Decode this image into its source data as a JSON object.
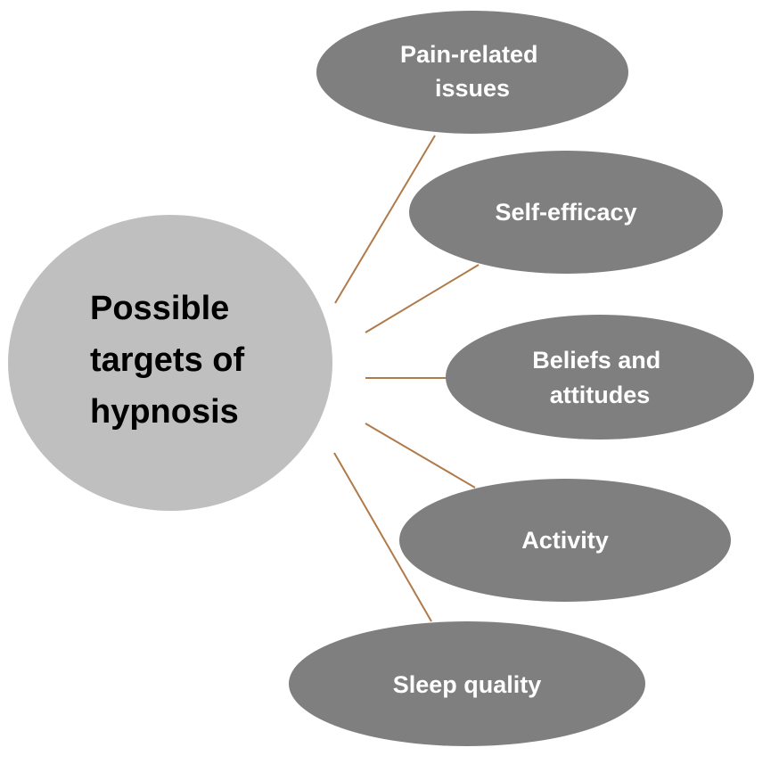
{
  "center": {
    "lines": [
      "Possible",
      "targets of",
      "hypnosis"
    ]
  },
  "targets": [
    {
      "lines": [
        "Pain-related",
        "issues"
      ]
    },
    {
      "lines": [
        "Self-efficacy"
      ]
    },
    {
      "lines": [
        "Beliefs and",
        "attitudes"
      ]
    },
    {
      "lines": [
        "Activity"
      ]
    },
    {
      "lines": [
        "Sleep quality"
      ]
    }
  ],
  "colors": {
    "center_fill": "#bfbfbf",
    "target_fill": "#7f7f7f",
    "connector": "#b07a4a",
    "center_text": "#000000",
    "target_text": "#ffffff"
  }
}
